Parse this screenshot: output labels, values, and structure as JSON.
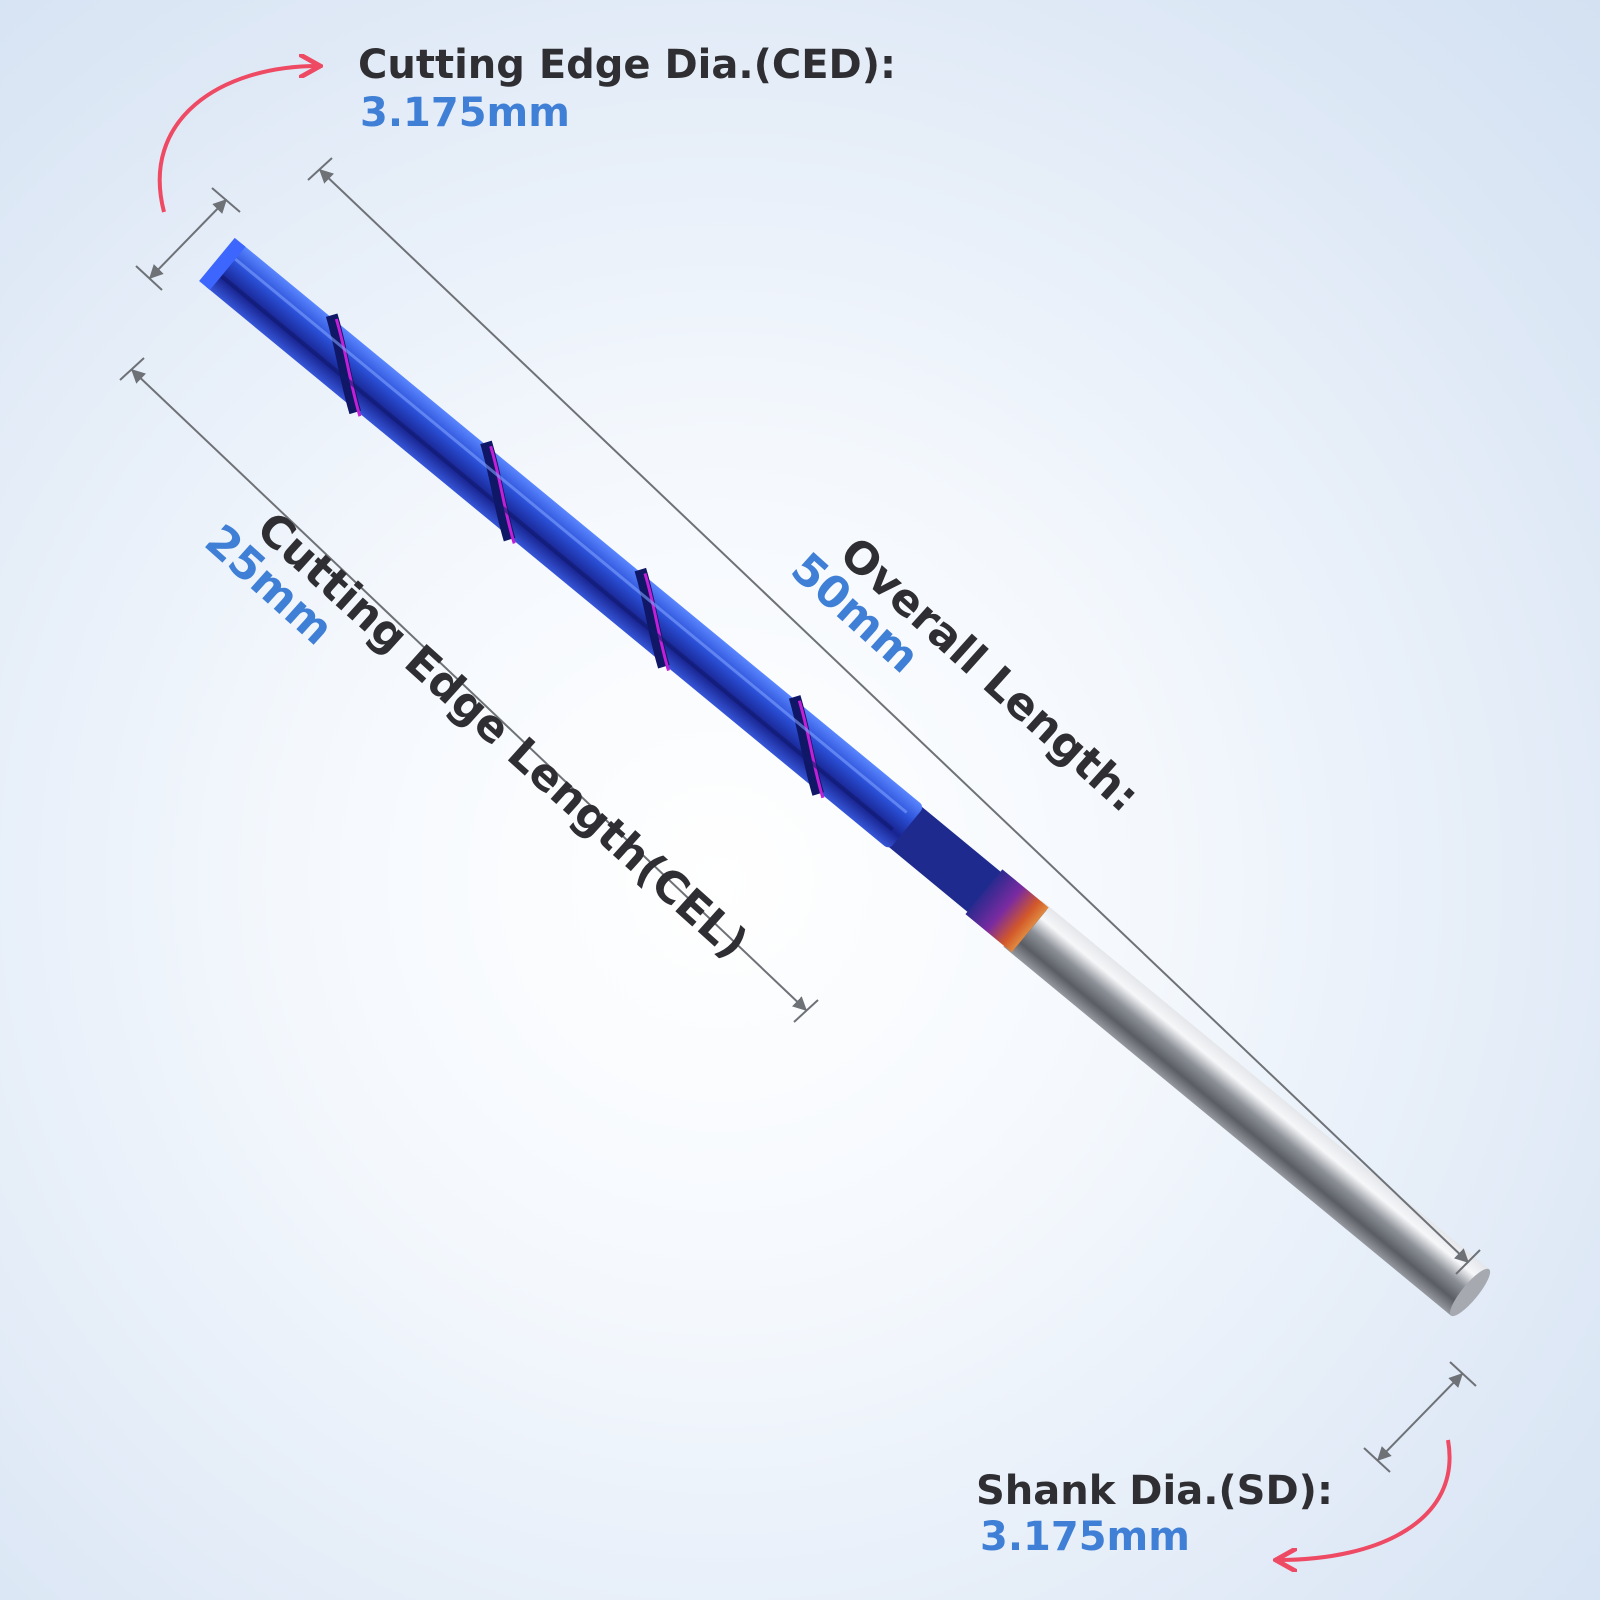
{
  "labels": {
    "ced_title": "Cutting Edge Dia.(CED):",
    "ced_value": "3.175mm",
    "overall_title": "Overall Length:",
    "overall_value": "50mm",
    "cel_title": "Cutting Edge Length(CEL)",
    "cel_value": "25mm",
    "sd_title": "Shank Dia.(SD):",
    "sd_value": "3.175mm"
  },
  "colors": {
    "label_text": "#2f2f33",
    "value_text": "#3f7fd6",
    "callout_arrow": "#ee4a63",
    "dimension_line": "#6e7277",
    "flute_coating": "#2f4fd8",
    "flute_accent": "#c21fd6",
    "shank_steel": "#b8bcc2"
  },
  "icons": {
    "ced_callout": "curved-arrow-right-icon",
    "sd_callout": "curved-arrow-left-icon"
  }
}
